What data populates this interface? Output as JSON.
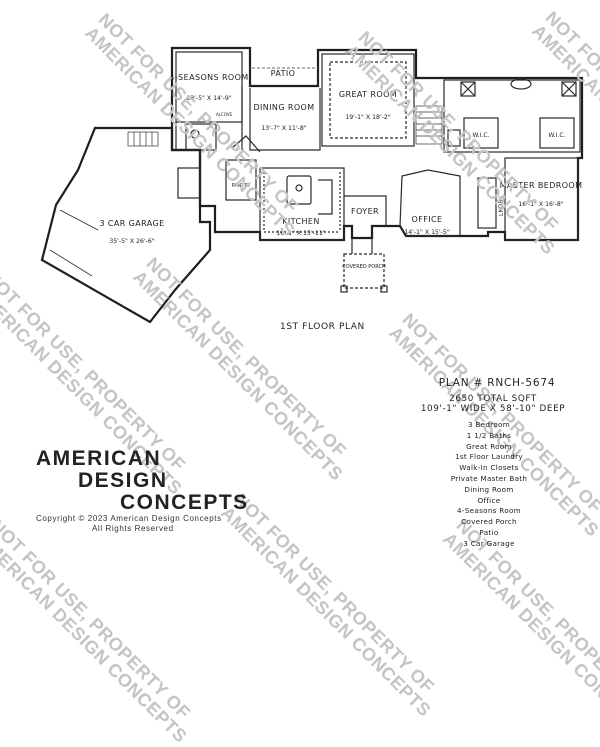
{
  "plan": {
    "floor_label": "1ST FLOOR PLAN",
    "plan_number": "PLAN # RNCH-5674",
    "total_sqft": "2650 TOTAL SQFT",
    "dimensions": "109'-1\" WIDE X 58'-10\" DEEP",
    "features": [
      "3 Bedroom",
      "1 1/2 Baths",
      "Great Room",
      "1st Floor Laundry",
      "Walk-In Closets",
      "Private Master Bath",
      "Dining Room",
      "Office",
      "4-Seasons Room",
      "Covered Porch",
      "Patio",
      "3 Car Garage"
    ]
  },
  "rooms": {
    "four_seasons": {
      "name": "4-SEASONS ROOM",
      "dim": "13'-5\" X 14'-9\""
    },
    "dining": {
      "name": "DINING ROOM",
      "dim": "13'-7\" X 11'-8\""
    },
    "great_room": {
      "name": "GREAT ROOM",
      "dim": "19'-1\" X 18'-2\""
    },
    "garage": {
      "name": "3 CAR GARAGE",
      "dim": "35'-5\" X 26'-6\""
    },
    "kitchen": {
      "name": "KITCHEN",
      "dim": "16'-1\" X 15'-11\""
    },
    "foyer": {
      "name": "FOYER"
    },
    "office": {
      "name": "OFFICE",
      "dim": "14'-1\" X 15'-5\""
    },
    "master": {
      "name": "MASTER BEDROOM",
      "dim": "16'-1\" X 16'-8\""
    },
    "covered_porch": {
      "name": "COVERED PORCH"
    },
    "patio": {
      "name": "PATIO"
    },
    "pantry": {
      "name": "PANTRY"
    },
    "laundry": {
      "name": "LNDRY"
    },
    "wic_left": {
      "name": "W.I.C."
    },
    "wic_right": {
      "name": "W.I.C."
    },
    "alcove": {
      "name": "ALCOVE"
    }
  },
  "branding": {
    "line1": "AMERICAN",
    "line2": "DESIGN",
    "line3": "CONCEPTS",
    "copyright": "Copyright © 2023 American Design Concepts",
    "rights": "All Rights Reserved"
  },
  "watermark": {
    "line1": "NOT FOR USE, PROPERTY OF",
    "line2": "AMERICAN DESIGN CONCEPTS"
  }
}
